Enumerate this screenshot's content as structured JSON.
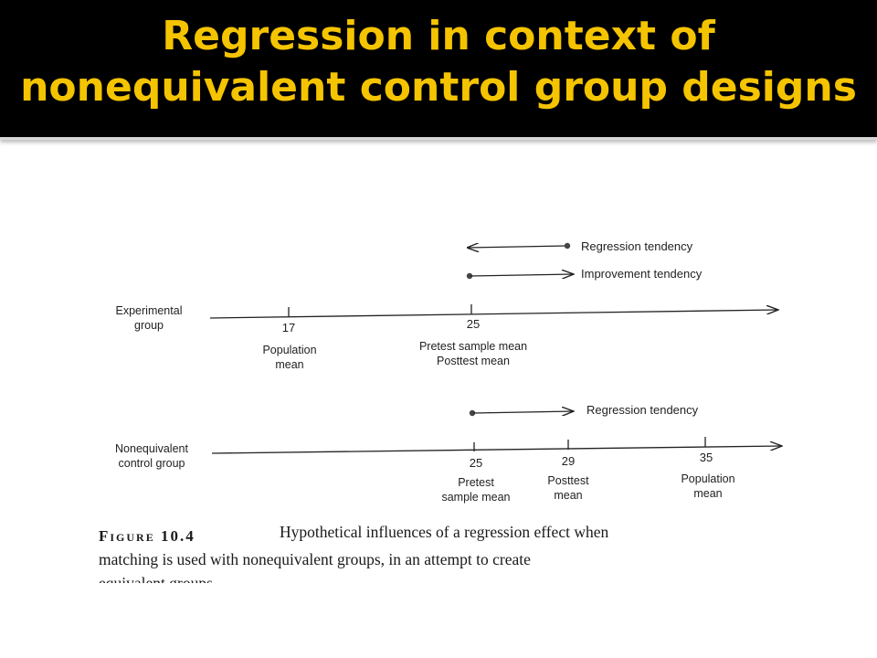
{
  "slide": {
    "title_line1": "Regression in context of",
    "title_line2": "nonequivalent control group designs"
  },
  "colors": {
    "title_band": "#000000",
    "title_text": "#f5c400"
  },
  "figure": {
    "experimental": {
      "group_label_line1": "Experimental",
      "group_label_line2": "group",
      "legend_regression": "Regression tendency",
      "legend_improvement": "Improvement tendency",
      "ticks": [
        {
          "value": "17",
          "label_line1": "Population",
          "label_line2": "mean"
        },
        {
          "value": "25",
          "label_line1": "Pretest sample mean",
          "label_line2": "Posttest mean"
        }
      ]
    },
    "control": {
      "group_label_line1": "Nonequivalent",
      "group_label_line2": "control group",
      "legend_regression": "Regression tendency",
      "ticks": [
        {
          "value": "25",
          "label_line1": "Pretest",
          "label_line2": "sample mean"
        },
        {
          "value": "29",
          "label_line1": "Posttest",
          "label_line2": "mean"
        },
        {
          "value": "35",
          "label_line1": "Population",
          "label_line2": "mean"
        }
      ]
    },
    "caption": {
      "figure_label": "Figure 10.4",
      "line1": "Hypothetical influences of a regression effect when",
      "line2": "matching is used with nonequivalent groups, in an attempt to create",
      "line3": "equivalent groups."
    }
  }
}
